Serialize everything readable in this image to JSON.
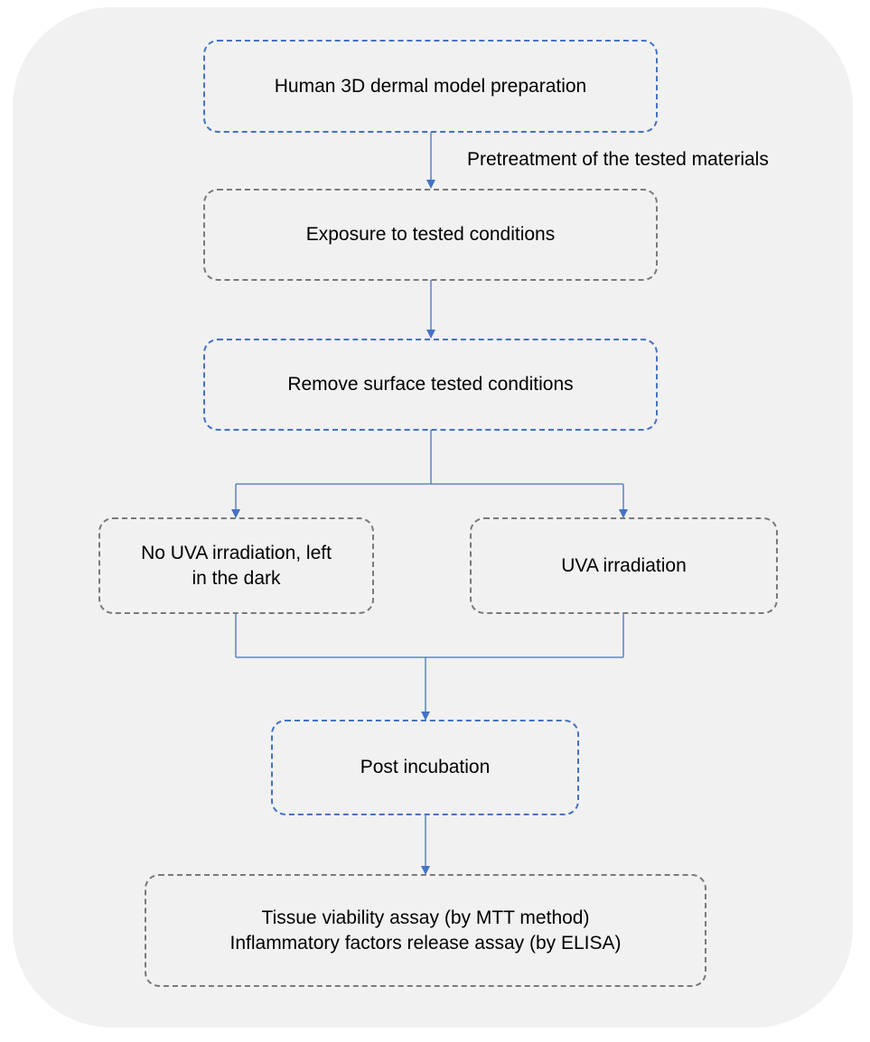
{
  "steps": {
    "prep": "Human 3D dermal model preparation",
    "pretreatment": "Pretreatment of the tested materials",
    "exposure": "Exposure to tested conditions",
    "remove": "Remove surface tested conditions",
    "no_uva": "No UVA irradiation, left\nin the dark",
    "uva": "UVA irradiation",
    "post": "Post incubation",
    "assay_line1": "Tissue viability assay (by MTT method)",
    "assay_line2": "Inflammatory factors release assay (by ELISA)"
  },
  "colors": {
    "panel": "#f1f1f1",
    "blue_border": "#4472c4",
    "gray_border": "#7a7a7a",
    "connector": "#4472c4"
  }
}
